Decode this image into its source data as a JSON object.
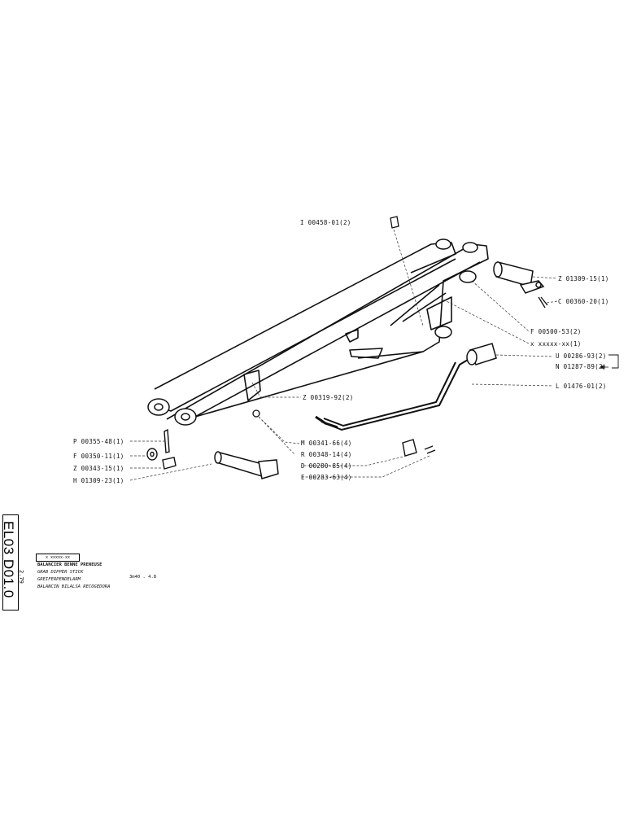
{
  "document": {
    "code": "EL03 D01.0",
    "date_code": "2.79",
    "ref": "x xxxxx-xx",
    "title_lines": [
      "BALANCIER BENNE  PRENEUSE",
      "GRAB DIPPER STICK",
      "GREIFERPENDELARM",
      "BALANCIN BILALSA RECOGEDORA"
    ],
    "model": "3m40 . 4.8"
  },
  "parts": {
    "p1": "I 00458-01(2)",
    "p2": "Z 01309-15(1)",
    "p3": "C 00360-20(1)",
    "p4": "F 00500-53(2)",
    "p5": "x xxxxx-xx(1)",
    "p6": "U 00286-93(2)",
    "p7": "N 01287-89(2)",
    "p8": "L 01476-01(2)",
    "p9": "Z 00319-92(2)",
    "p10": "M 00341-66(4)",
    "p11": "R 00348-14(4)",
    "p12": "D 00280-85(4)",
    "p13": "E 00283-63(4)",
    "p14": "P 00355-48(1)",
    "p15": "F 00350-11(1)",
    "p16": "Z 00343-15(1)",
    "p17": "H 01309-23(1)"
  }
}
